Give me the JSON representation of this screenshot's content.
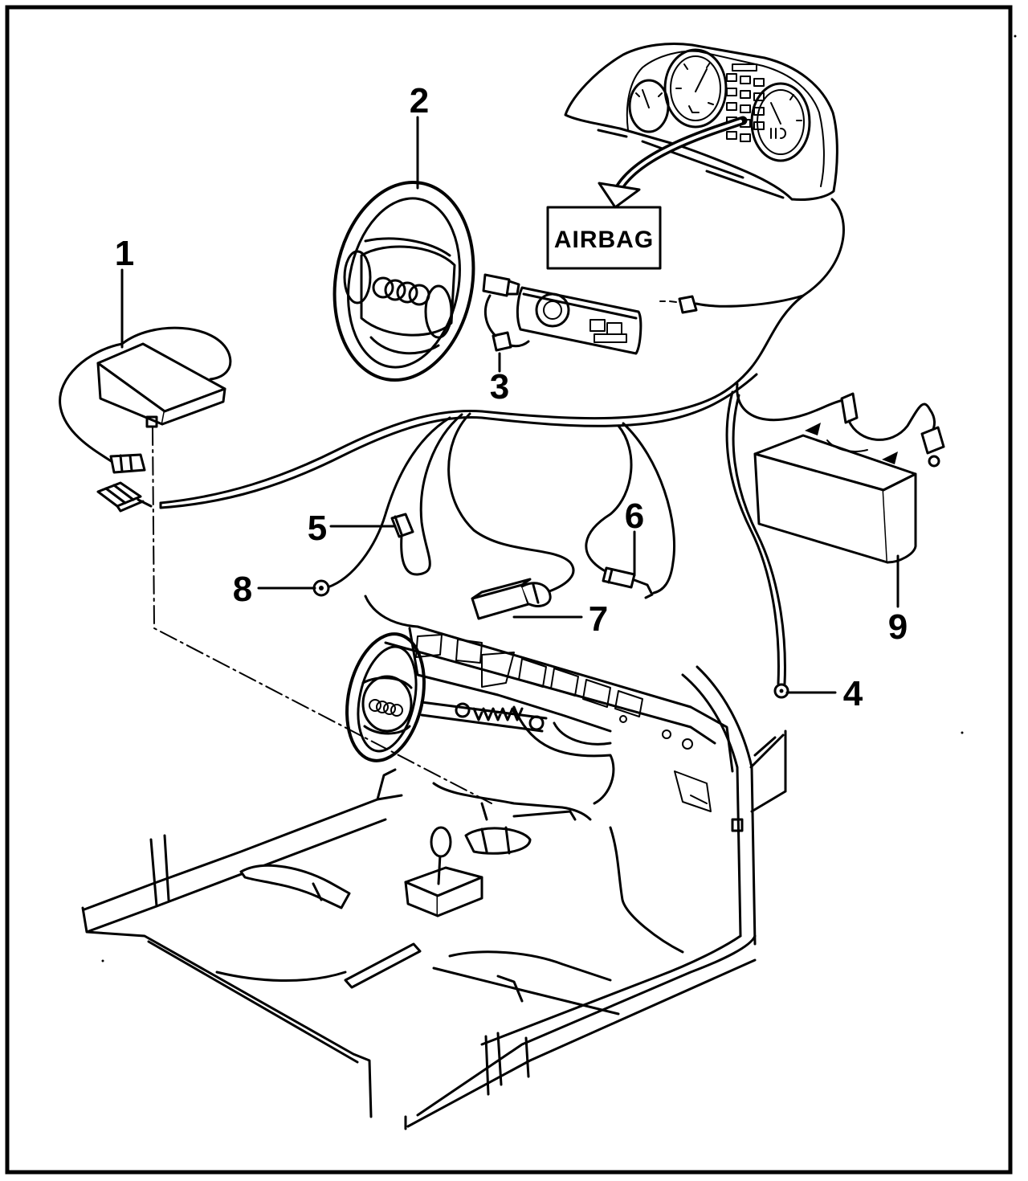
{
  "callouts": {
    "n1": "1",
    "n2": "2",
    "n3": "3",
    "n4": "4",
    "n5": "5",
    "n6": "6",
    "n7": "7",
    "n8": "8",
    "n9": "9"
  },
  "cluster_label": "AIRBAG",
  "colors": {
    "ink": "#000000",
    "paper": "#ffffff"
  }
}
